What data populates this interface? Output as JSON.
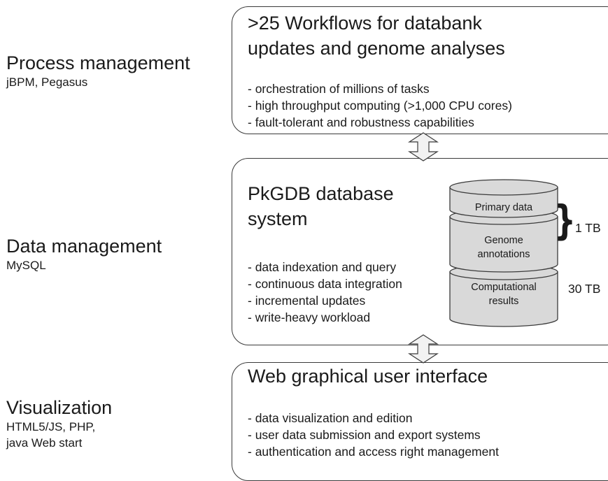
{
  "tiers": {
    "process": {
      "title": "Process management",
      "tech": "jBPM, Pegasus"
    },
    "data": {
      "title": "Data management",
      "tech": "MySQL"
    },
    "visualization": {
      "title": "Visualization",
      "tech_lines": [
        "HTML5/JS, PHP,",
        "java Web start"
      ]
    }
  },
  "workflows": {
    "title_lines": [
      ">25 Workflows for databank",
      "updates and genome analyses"
    ],
    "bullets": [
      "- orchestration of millions of tasks",
      "- high throughput computing (>1,000 CPU cores)",
      "- fault-tolerant and robustness capabilities"
    ]
  },
  "database": {
    "title_lines": [
      "PkGDB database",
      "system"
    ],
    "bullets": [
      "- data indexation and query",
      "- continuous data integration",
      "- incremental updates",
      "- write-heavy workload"
    ],
    "layers": {
      "primary": "Primary data",
      "genome_lines": [
        "Genome",
        "annotations"
      ],
      "computational_lines": [
        "Computational",
        "results"
      ]
    },
    "sizes": {
      "upper": "1 TB",
      "lower": "30 TB"
    },
    "bracket": "}"
  },
  "web": {
    "title": "Web graphical user interface",
    "bullets": [
      "- data visualization and edition",
      "- user data submission and export systems",
      "- authentication and access right management"
    ]
  },
  "colors": {
    "cylinder_fill": "#d9d9d9",
    "border": "#3a3a3a",
    "arrow_fill": "#f2f2f2"
  }
}
